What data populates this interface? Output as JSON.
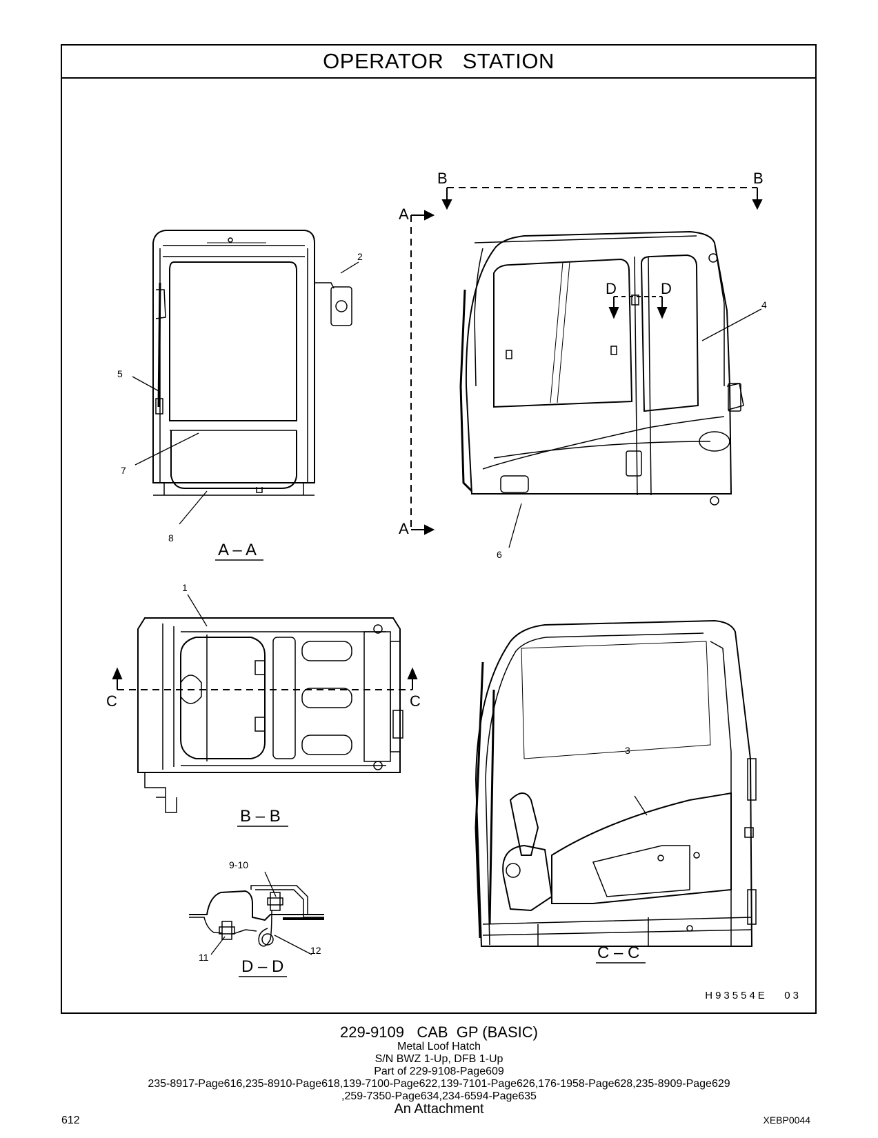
{
  "header": {
    "title": "OPERATOR   STATION"
  },
  "views": {
    "aa": "A – A",
    "bb": "B – B",
    "cc": "C – C",
    "dd": "D – D"
  },
  "section_markers": {
    "a": "A",
    "b": "B",
    "c": "C",
    "d": "D"
  },
  "callouts": [
    "1",
    "2",
    "3",
    "4",
    "5",
    "6",
    "7",
    "8",
    "9-10",
    "11",
    "12"
  ],
  "drawing_number": "H93554E   03",
  "caption": {
    "title": "229-9109   CAB  GP (BASIC)",
    "line1": "Metal  Loof  Hatch",
    "line2": "S/N BWZ 1-Up, DFB 1-Up",
    "line3": "Part of 229-9108-Page609",
    "line4": "235-8917-Page616,235-8910-Page618,139-7100-Page622,139-7101-Page626,176-1958-Page628,235-8909-Page629",
    "line5": ",259-7350-Page634,234-6594-Page635",
    "line6": "An Attachment"
  },
  "footer": {
    "page_number": "612",
    "doc_id": "XEBP0044"
  }
}
